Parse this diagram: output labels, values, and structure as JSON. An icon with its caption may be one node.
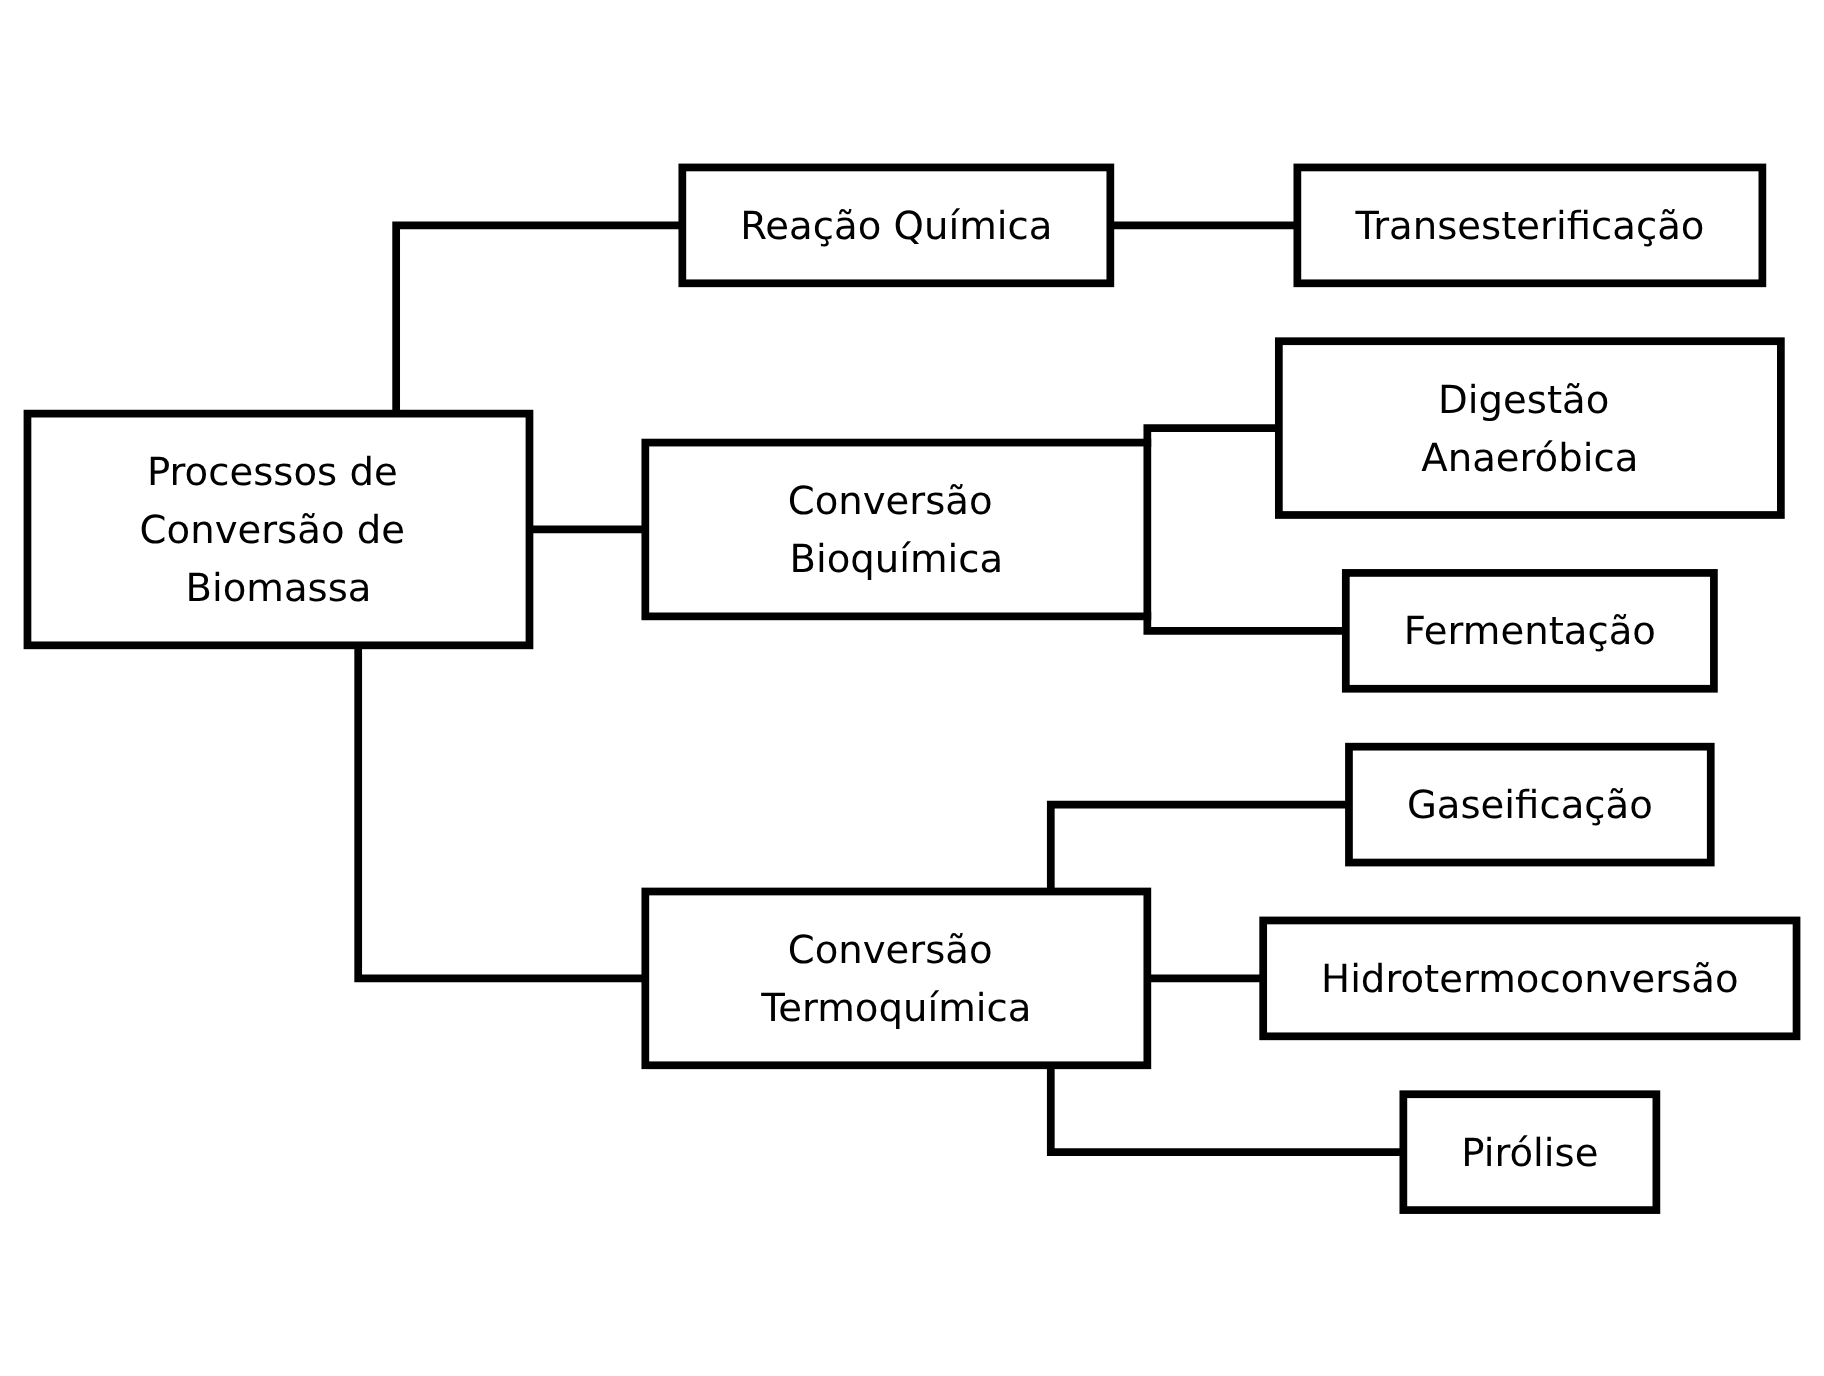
{
  "diagram": {
    "nodes": [
      {
        "text": [
          "Processos de Conversão de Biomassa"
        ]
      },
      {
        "text": [
          "Reação Química"
        ]
      },
      {
        "text": [
          "Conversão Bioquímica"
        ]
      },
      {
        "text": [
          "Conversão Termoquímica"
        ]
      },
      {
        "text": [
          "Transesterificação"
        ]
      },
      {
        "text": [
          "Digestão Anaeróbica"
        ]
      },
      {
        "text": [
          "Fermentação"
        ]
      },
      {
        "text": [
          "Gaseificação"
        ]
      },
      {
        "text": [
          "Hidrotermoconversão"
        ]
      },
      {
        "text": [
          "Pirólise"
        ]
      }
    ],
    "edges": [
      {
        "from": 0,
        "to": 1,
        "arrow": "none"
      },
      {
        "from": 0,
        "to": 2,
        "arrow": "none"
      },
      {
        "from": 0,
        "to": 3,
        "arrow": "none"
      },
      {
        "from": 1,
        "to": 4,
        "arrow": "none"
      },
      {
        "from": 2,
        "to": 5,
        "arrow": "none"
      },
      {
        "from": 2,
        "to": 6,
        "arrow": "none"
      },
      {
        "from": 3,
        "to": 7,
        "arrow": "none"
      },
      {
        "from": 3,
        "to": 8,
        "arrow": "none"
      },
      {
        "from": 3,
        "to": 9,
        "arrow": "none"
      }
    ]
  }
}
